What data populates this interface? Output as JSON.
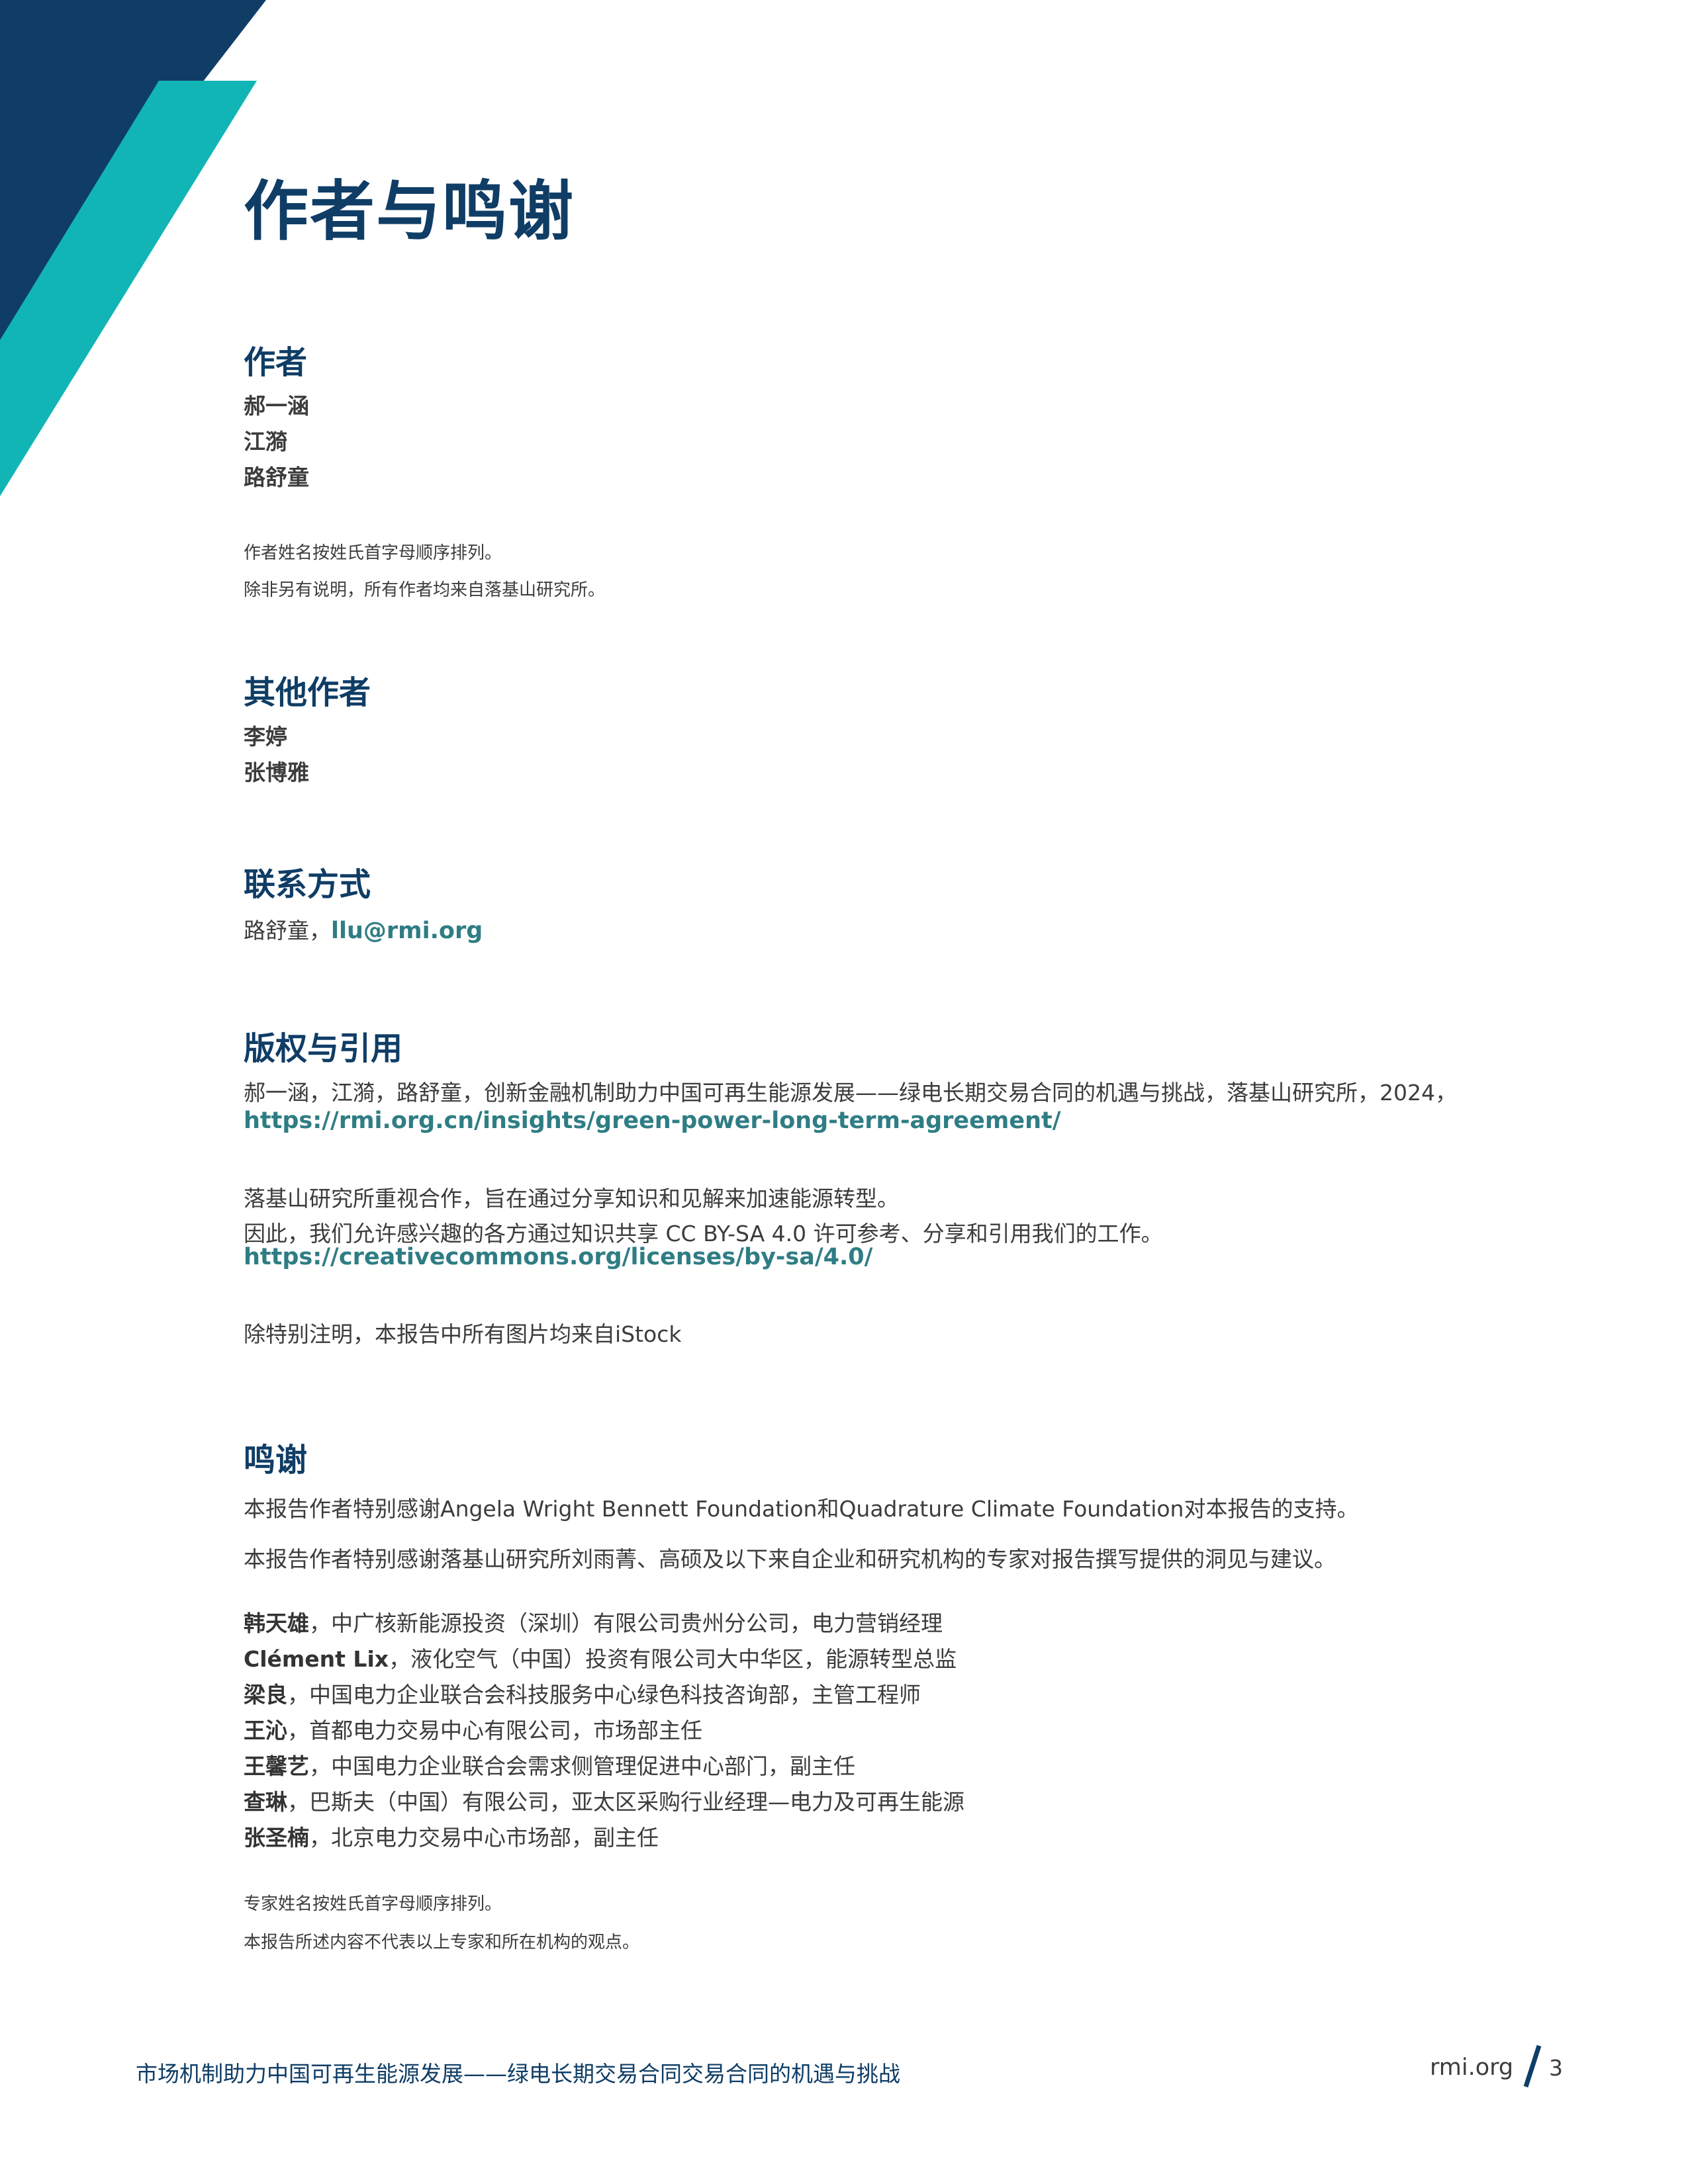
{
  "colors": {
    "navy": "#0f3d66",
    "teal": "#12b5b5",
    "link": "#2f7d84"
  },
  "page_title": "作者与鸣谢",
  "authors": {
    "heading": "作者",
    "names": [
      "郝一涵",
      "江漪",
      "路舒童"
    ],
    "notes": [
      "作者姓名按姓氏首字母顺序排列。",
      "除非另有说明，所有作者均来自落基山研究所。"
    ]
  },
  "other_authors": {
    "heading": "其他作者",
    "names": [
      "李婷",
      "张博雅"
    ]
  },
  "contact": {
    "heading": "联系方式",
    "name": "路舒童，",
    "email": "llu@rmi.org"
  },
  "copyright": {
    "heading": "版权与引用",
    "citation": "郝一涵，江漪，路舒童，创新金融机制助力中国可再生能源发展——绿电长期交易合同的机遇与挑战，落基山研究所，2024，",
    "citation_link": "https://rmi.org.cn/insights/green-power-long-term-agreement/",
    "license_line1": "落基山研究所重视合作，旨在通过分享知识和见解来加速能源转型。",
    "license_line2": "因此，我们允许感兴趣的各方通过知识共享 CC BY-SA 4.0 许可参考、分享和引用我们的工作。",
    "license_link": "https://creativecommons.org/licenses/by-sa/4.0/",
    "image_note": "除特别注明，本报告中所有图片均来自iStock"
  },
  "acknowledgements": {
    "heading": "鸣谢",
    "para1": "本报告作者特别感谢Angela Wright Bennett Foundation和Quadrature Climate Foundation对本报告的支持。",
    "para2": "本报告作者特别感谢落基山研究所刘雨菁、高硕及以下来自企业和研究机构的专家对报告撰写提供的洞见与建议。",
    "experts": [
      {
        "name": "韩天雄",
        "desc": "，中广核新能源投资（深圳）有限公司贵州分公司，电力营销经理"
      },
      {
        "name": "Clément Lix",
        "desc": "，液化空气（中国）投资有限公司大中华区，能源转型总监"
      },
      {
        "name": "梁良",
        "desc": "，中国电力企业联合会科技服务中心绿色科技咨询部，主管工程师"
      },
      {
        "name": "王沁",
        "desc": "，首都电力交易中心有限公司，市场部主任"
      },
      {
        "name": "王馨艺",
        "desc": "，中国电力企业联合会需求侧管理促进中心部门，副主任"
      },
      {
        "name": "查琳",
        "desc": "，巴斯夫（中国）有限公司，亚太区采购行业经理—电力及可再生能源"
      },
      {
        "name": "张圣楠",
        "desc": "，北京电力交易中心市场部，副主任"
      }
    ],
    "notes": [
      "专家姓名按姓氏首字母顺序排列。",
      "本报告所述内容不代表以上专家和所在机构的观点。"
    ]
  },
  "footer": {
    "title": "市场机制助力中国可再生能源发展——绿电长期交易合同交易合同的机遇与挑战",
    "site": "rmi.org",
    "page": "3"
  }
}
